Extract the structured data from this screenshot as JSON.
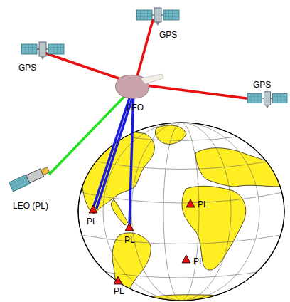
{
  "diagram": {
    "labels": [
      "GPS",
      "GPS",
      "GPS",
      "LEO",
      "LEO (PL)",
      "PL",
      "PL",
      "PL",
      "PL",
      "PL"
    ]
  }
}
